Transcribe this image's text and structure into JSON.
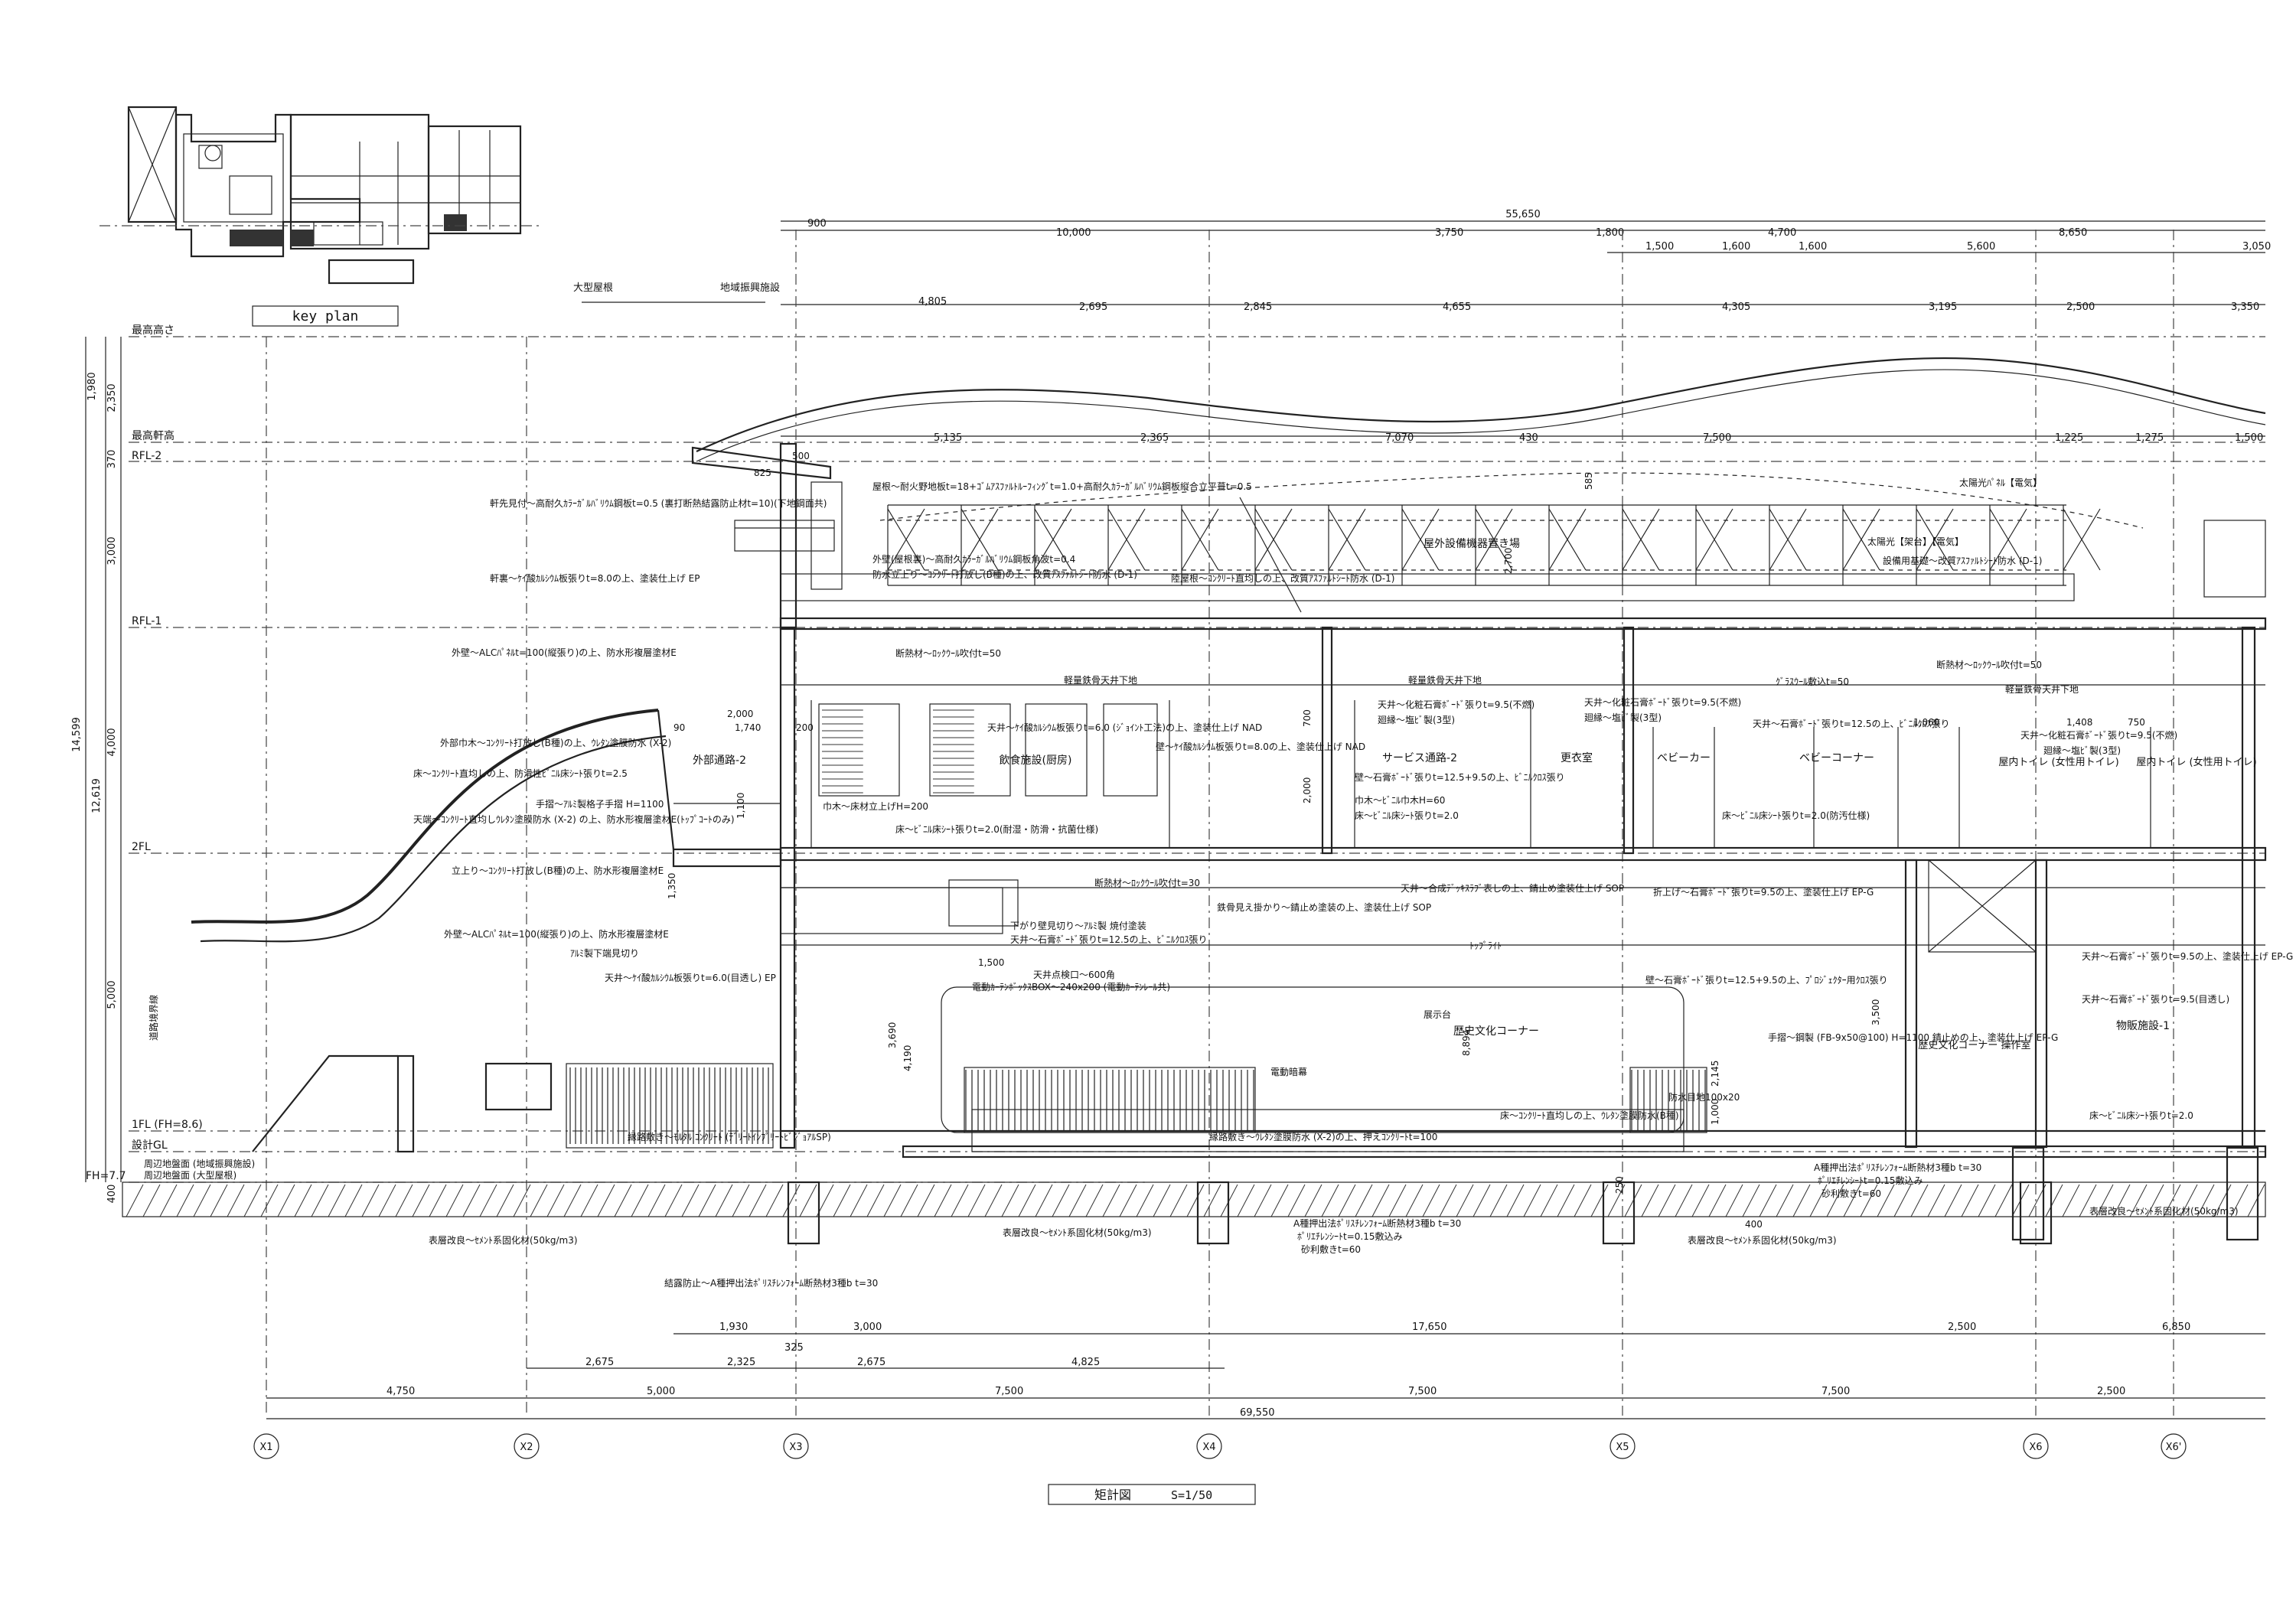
{
  "key_plan": {
    "caption": "key plan",
    "roof_big": "大型屋根",
    "roof_local": "地域振興施設"
  },
  "title_block": {
    "title": "矩計図",
    "scale": "S=1/50"
  },
  "top_dims": {
    "overall": "55,650",
    "row1": [
      "900",
      "10,000",
      "3,750",
      "1,800",
      "4,700",
      "8,650",
      "3,050"
    ],
    "row2": [
      "1,500",
      "1,600",
      "1,600",
      "5,600"
    ],
    "row3": [
      "4,805",
      "2,695",
      "2,845",
      "4,655",
      "4,305",
      "3,195",
      "2,500",
      "3,350"
    ],
    "row4": [
      "5,135",
      "2,365",
      "7,070",
      "430",
      "7,500",
      "1,225",
      "1,275",
      "1,500"
    ]
  },
  "bottom_dims": {
    "row1": [
      "1,930",
      "3,000",
      "17,650",
      "2,500",
      "6,850"
    ],
    "row2": [
      "2,675",
      "2,325",
      "2,675",
      "4,825"
    ],
    "row3": [
      "4,750",
      "5,000",
      "7,500",
      "7,500",
      "7,500",
      "2,500"
    ],
    "overall": "69,550",
    "small": "325"
  },
  "grid_axes": [
    "X1",
    "X2",
    "X3",
    "X4",
    "X5",
    "X6",
    "X6'"
  ],
  "levels": [
    {
      "name": "最高高さ"
    },
    {
      "name": "最高軒高"
    },
    {
      "name": "RFL-2"
    },
    {
      "name": "RFL-1"
    },
    {
      "name": "2FL"
    },
    {
      "name": "1FL (FH=8.6)"
    },
    {
      "name": "設計GL"
    },
    {
      "name": "FH=7.7"
    }
  ],
  "level_dims": [
    "2,350",
    "1,980",
    "370",
    "3,000",
    "4,000",
    "14,599",
    "12,619",
    "5,000",
    "400"
  ],
  "level_side_labels": [
    "周辺地盤面 (地域振興施設)",
    "周辺地盤面 (大型屋根)",
    "道路境界線"
  ],
  "rooms": [
    {
      "name": "飲食施設(厨房)"
    },
    {
      "name": "外部通路-2"
    },
    {
      "name": "サービス通路-2"
    },
    {
      "name": "更衣室"
    },
    {
      "name": "ベビーカー"
    },
    {
      "name": "ベビーコーナー"
    },
    {
      "name": "屋内トイレ (女性用トイレ)"
    },
    {
      "name": "屋内トイレ (女性用トイレ)"
    },
    {
      "name": "歴史文化コーナー"
    },
    {
      "name": "物販施設-1"
    },
    {
      "name": "歴史文化コーナー 操作室"
    }
  ],
  "notes": [
    "軒先見付～高耐久ｶﾗｰｶﾞﾙﾊﾞﾘｳﾑ鋼板t=0.5 (裏打断熱結露防止材t=10)(下地鋼面共)",
    "軒裏～ｹｲ酸ｶﾙｼｳﾑ板張りt=8.0の上、塗装仕上げ EP",
    "外壁～ALCﾊﾟﾈﾙt=100(縦張り)の上、防水形複層塗材E",
    "外部巾木～ｺﾝｸﾘｰﾄ打放し(B種)の上、ｳﾚﾀﾝ塗膜防水 (X-2)",
    "床～ｺﾝｸﾘｰﾄ直均しの上、防滑性ﾋﾞﾆﾙ床ｼｰﾄ張りt=2.5",
    "手摺～ｱﾙﾐ製格子手摺 H=1100",
    "天端～ｺﾝｸﾘｰﾄ直均しｳﾚﾀﾝ塗膜防水 (X-2) の上、防水形複層塗材E(ﾄｯﾌﾟｺｰﾄのみ)",
    "立上り～ｺﾝｸﾘｰﾄ打放し(B種)の上、防水形複層塗材E",
    "外壁～ALCﾊﾟﾈﾙt=100(縦張り)の上、防水形複層塗材E",
    "ｱﾙﾐ製下端見切り",
    "天井～ｹｲ酸ｶﾙｼｳﾑ板張りt=6.0(目透し) EP",
    "屋根～耐火野地板t=18+ｺﾞﾑｱｽﾌｧﾙﾄﾙｰﾌｨﾝｸﾞt=1.0+高耐久ｶﾗｰｶﾞﾙﾊﾞﾘｳﾑ鋼板縦合立平葺t=0.5",
    "外壁(屋根裏)～高耐久ｶﾗｰｶﾞﾙﾊﾞﾘｳﾑ鋼板角波t=0.4",
    "防水立上り～ｺﾝｸﾘｰﾄ打放し(B種)の上、改質ｱｽﾌｧﾙﾄｼｰﾄ防水 (D-1)",
    "屋外設備機器置き場",
    "陸屋根～ｺﾝｸﾘｰﾄ直均しの上、改質ｱｽﾌｧﾙﾄｼｰﾄ防水 (D-1)",
    "太陽光ﾊﾟﾈﾙ【電気】",
    "太陽光【架台】【電気】",
    "設備用基礎～改質ｱｽﾌｧﾙﾄｼｰﾄ防水 (D-1)",
    "断熱材～ﾛｯｸｳｰﾙ吹付t=50",
    "軽量鉄骨天井下地",
    "天井～ｹｲ酸ｶﾙｼｳﾑ板張りt=6.0 (ｼﾞｮｲﾝﾄ工法)の上、塗装仕上げ NAD",
    "壁～ｹｲ酸ｶﾙｼｳﾑ板張りt=8.0の上、塗装仕上げ NAD",
    "巾木～床材立上げH=200",
    "床～ﾋﾞﾆﾙ床ｼｰﾄ張りt=2.0(耐湿・防滑・抗菌仕様)",
    "天井～化粧石膏ﾎﾞｰﾄﾞ張りt=9.5(不燃)",
    "廻縁～塩ﾋﾞ製(3型)",
    "壁～石膏ﾎﾞｰﾄﾞ張りt=12.5+9.5の上、ﾋﾞﾆﾙｸﾛｽ張り",
    "巾木～ﾋﾞﾆﾙ巾木H=60",
    "床～ﾋﾞﾆﾙ床ｼｰﾄ張りt=2.0",
    "天井～石膏ﾎﾞｰﾄﾞ張りt=12.5の上、ﾋﾞﾆﾙｸﾛｽ張り",
    "ｸﾞﾗｽｳｰﾙ敷込t=50",
    "床～ﾋﾞﾆﾙ床ｼｰﾄ張りt=2.0(防汚仕様)",
    "断熱材～ﾛｯｸｳｰﾙ吹付t=30",
    "天井～合成ﾃﾞｯｷｽﾗﾌﾞ表しの上、錆止め塗装仕上げ SOP",
    "鉄骨見え掛かり～錆止め塗装の上、塗装仕上げ SOP",
    "折上げ～石膏ﾎﾞｰﾄﾞ張りt=9.5の上、塗装仕上げ EP-G",
    "下がり壁見切り～ｱﾙﾐ製 焼付塗装",
    "天井～石膏ﾎﾞｰﾄﾞ張りt=12.5の上、ﾋﾞﾆﾙｸﾛｽ張り",
    "天井点検口～600角",
    "電動ｶｰﾃﾝﾎﾞｯｸｽBOX～240x200 (電動ｶｰﾃﾝﾚｰﾙ共)",
    "手摺～鋼製 (FB-9x50@100) H=1100 錆止めの上、塗装仕上げ EP-G",
    "壁～石膏ﾎﾞｰﾄﾞ張りt=12.5+9.5の上、ﾌﾟﾛｼﾞｪｸﾀｰ用ｸﾛｽ張り",
    "天井～石膏ﾎﾞｰﾄﾞ張りt=9.5の上、塗装仕上げ EP-G",
    "天井～石膏ﾎﾞｰﾄﾞ張りt=9.5(目透し)",
    "床～ﾋﾞﾆﾙ床ｼｰﾄ張りt=2.0",
    "縁路敷き～ﾓﾙﾀﾙ ｺﾝｸﾘｰﾄ (ﾃﾞﾘｰﾄｲﾝﾌﾟﾘｰﾄﾋﾞｼﾞｮｱﾙSP)",
    "縁路敷き～ｳﾚﾀﾝ塗膜防水 (X-2)の上、押えｺﾝｸﾘｰﾄt=100",
    "床～ｺﾝｸﾘｰﾄ直均しの上、ｳﾚﾀﾝ塗膜防水(B種)",
    "防水目地100x20",
    "表層改良～ｾﾒﾝﾄ系固化材(50kg/m3)",
    "結露防止～A種押出法ﾎﾟﾘｽﾁﾚﾝﾌｫｰﾑ断熱材3種b t=30",
    "A種押出法ﾎﾟﾘｽﾁﾚﾝﾌｫｰﾑ断熱材3種b t=30",
    "ﾎﾟﾘｴﾁﾚﾝｼｰﾄt=0.15敷込み",
    "砂利敷きt=60",
    "ﾄｯﾌﾟﾗｲﾄ",
    "電動暗幕",
    "展示台"
  ],
  "misc_dims": [
    "2,000",
    "1,740",
    "90",
    "200",
    "700",
    "1,100",
    "1,350",
    "1,500",
    "3,690",
    "4,190",
    "3,500",
    "2,000",
    "2,700",
    "1,060",
    "1,408",
    "750",
    "825",
    "585",
    "500",
    "400",
    "250",
    "1,000",
    "2,145",
    "8,894"
  ]
}
